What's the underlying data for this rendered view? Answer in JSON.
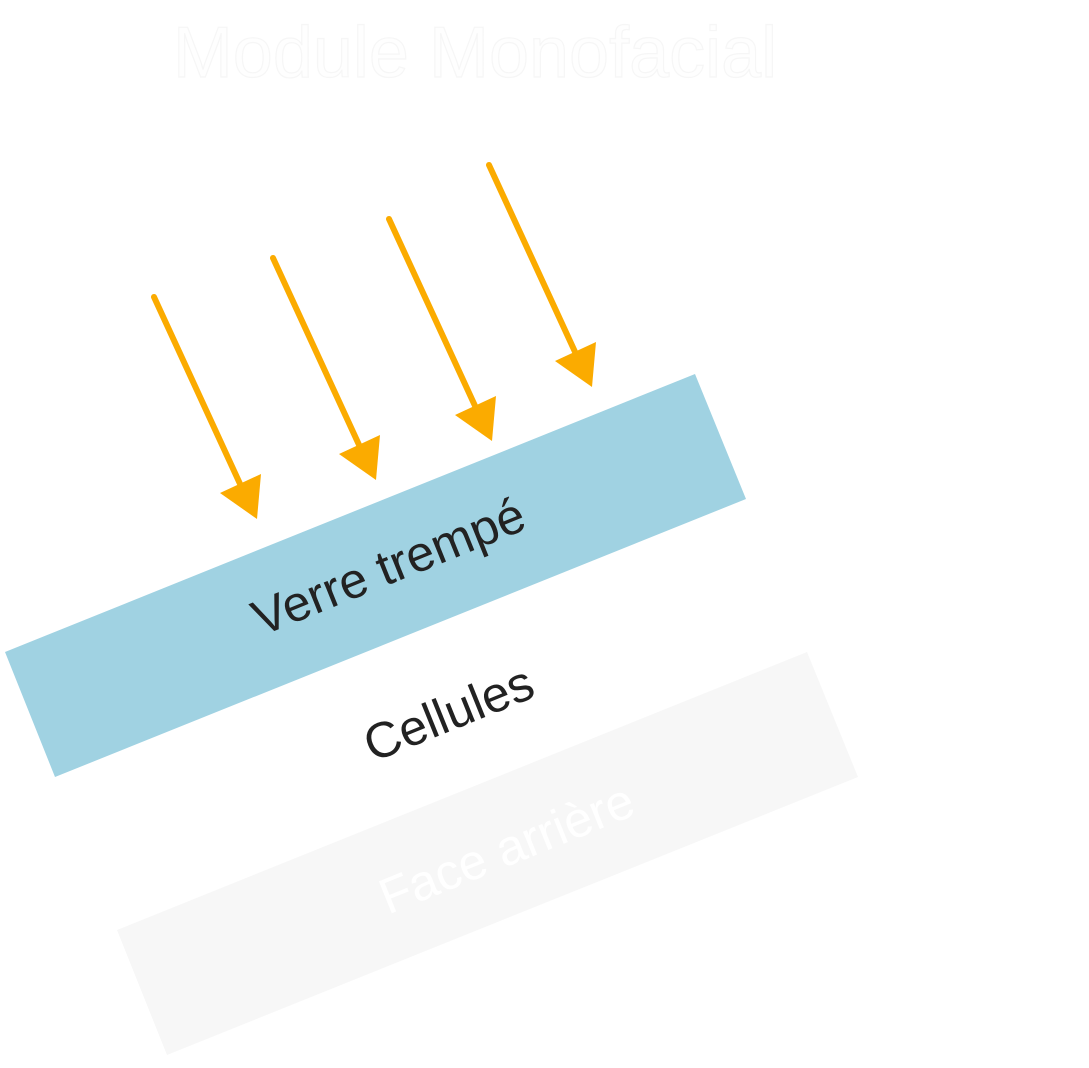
{
  "title": "Module Monofacial",
  "layers": {
    "glass": {
      "label": "Verre trempé",
      "color": "#a0d2e2"
    },
    "cells": {
      "label": "Cellules"
    },
    "back": {
      "label": "Face arrière",
      "color": "#f7f7f7"
    }
  },
  "sunlight": {
    "ray_count": 4,
    "color": "#fbab00"
  },
  "colors": {
    "background": "#ffffff",
    "title": "#fefefe",
    "text_dark": "#222222",
    "text_faint": "#ffffff"
  }
}
